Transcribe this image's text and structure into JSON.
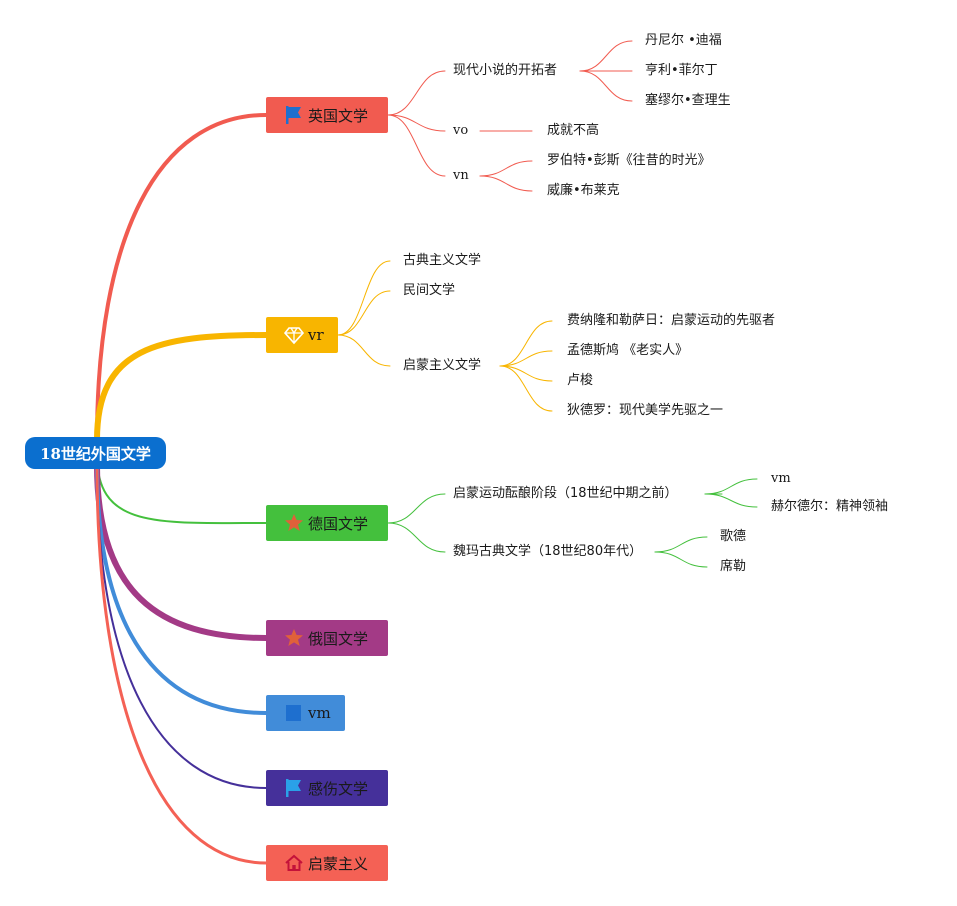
{
  "root": {
    "label": "18世纪外国文学"
  },
  "branches": [
    {
      "label": "英国文学",
      "color": "#f15b50",
      "icon": "flag-icon",
      "children": [
        {
          "label": "现代小说的开拓者",
          "children": [
            {
              "label": "丹尼尔 •迪福"
            },
            {
              "label": "亨利•菲尔丁"
            },
            {
              "label": "塞缪尔•查理生"
            }
          ]
        },
        {
          "label": "vo",
          "children": [
            {
              "label": "成就不高"
            }
          ]
        },
        {
          "label": "vn",
          "children": [
            {
              "label": "罗伯特•彭斯《往昔的时光》"
            },
            {
              "label": "威廉•布莱克"
            }
          ]
        }
      ]
    },
    {
      "label": "vr",
      "color": "#f8b500",
      "icon": "diamond-icon",
      "children": [
        {
          "label": "古典主义文学"
        },
        {
          "label": "民间文学"
        },
        {
          "label": "启蒙主义文学",
          "children": [
            {
              "label": "费纳隆和勒萨日：启蒙运动的先驱者"
            },
            {
              "label": "孟德斯鸠 《老实人》"
            },
            {
              "label": "卢梭"
            },
            {
              "label": "狄德罗：现代美学先驱之一"
            }
          ]
        }
      ]
    },
    {
      "label": "德国文学",
      "color": "#44c03d",
      "icon": "star-icon",
      "children": [
        {
          "label": "启蒙运动酝酿阶段（18世纪中期之前）",
          "children": [
            {
              "label": "vm"
            },
            {
              "label": "赫尔德尔：精神领袖"
            }
          ]
        },
        {
          "label": "魏玛古典文学（18世纪80年代）",
          "children": [
            {
              "label": "歌德"
            },
            {
              "label": "席勒"
            }
          ]
        }
      ]
    },
    {
      "label": "俄国文学",
      "color": "#a33a86",
      "icon": "star-icon"
    },
    {
      "label": "vm",
      "color": "#418cd9",
      "icon": "square-flag-icon"
    },
    {
      "label": "感伤文学",
      "color": "#45309a",
      "icon": "flag-icon"
    },
    {
      "label": "启蒙主义",
      "color": "#f46155",
      "icon": "home-icon"
    }
  ]
}
